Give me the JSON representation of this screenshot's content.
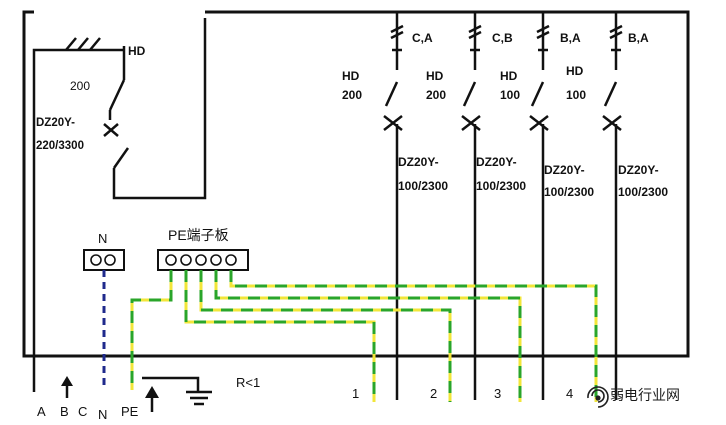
{
  "main_breaker": {
    "switch_label": "HD",
    "current": "200",
    "model_line1": "DZ20Y-",
    "model_line2": "220/3300"
  },
  "branches": [
    {
      "phase": "C,A",
      "switch_label": "HD",
      "current": "200",
      "model_line1": "DZ20Y-",
      "model_line2": "100/2300"
    },
    {
      "phase": "C,B",
      "switch_label": "HD",
      "current": "200",
      "model_line1": "DZ20Y-",
      "model_line2": "100/2300"
    },
    {
      "phase": "B,A",
      "switch_label": "HD",
      "current": "100",
      "model_line1": "DZ20Y-",
      "model_line2": "100/2300"
    },
    {
      "phase": "B,A",
      "switch_label": "HD",
      "current": "100",
      "model_line1": "DZ20Y-",
      "model_line2": "100/2300"
    }
  ],
  "terminals": {
    "n_label": "N",
    "pe_label": "PE端子板"
  },
  "bottom_labels": {
    "a": "A",
    "b": "B",
    "c": "C",
    "n": "N",
    "pe": "PE",
    "resistance": "R<1",
    "out1": "1",
    "out2": "2",
    "out3": "3",
    "out4": "4"
  },
  "watermark": "弱电行业网",
  "colors": {
    "wire": "#111111",
    "neutral": "#1f2a8c",
    "pe_yellow": "#f2e63a",
    "pe_green": "#2aa52a"
  }
}
